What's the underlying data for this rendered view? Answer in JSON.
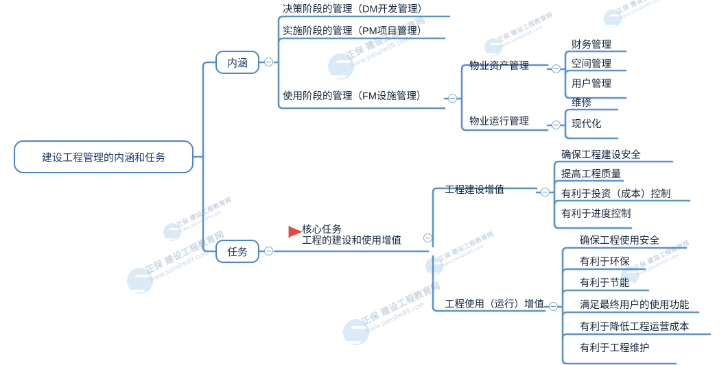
{
  "diagram": {
    "type": "mindmap",
    "title": "建设工程管理的内涵和任务",
    "colors": {
      "line": "#5b93cf",
      "node_border": "#4a86c8",
      "text": "#13263b",
      "marker": "#e8453c",
      "background": "#ffffff",
      "watermark": "#b9c9d8"
    },
    "root": {
      "label": "建设工程管理的内涵和任务"
    },
    "branches": [
      {
        "label": "内涵",
        "collapse_icon": "collapse-minus-icon",
        "children": [
          {
            "label": "决策阶段的管理（DM开发管理）"
          },
          {
            "label": "实施阶段的管理（PM项目管理）"
          },
          {
            "label": "使用阶段的管理（FM设施管理）",
            "collapse_icon": "collapse-minus-icon",
            "children": [
              {
                "label": "物业资产管理",
                "collapse_icon": "collapse-minus-icon",
                "children": [
                  {
                    "label": "财务管理"
                  },
                  {
                    "label": "空间管理"
                  },
                  {
                    "label": "用户管理"
                  }
                ]
              },
              {
                "label": "物业运行管理",
                "collapse_icon": "collapse-minus-icon",
                "children": [
                  {
                    "label": "维修"
                  },
                  {
                    "label": "现代化"
                  }
                ]
              }
            ]
          }
        ]
      },
      {
        "label": "任务",
        "collapse_icon": "collapse-minus-icon",
        "children": [
          {
            "label_line1": "核心任务",
            "label_line2": "工程的建设和使用增值",
            "marker": "red-flag-marker",
            "collapse_icon": "collapse-minus-icon",
            "children": [
              {
                "label": "工程建设增值",
                "collapse_icon": "collapse-minus-icon",
                "children": [
                  {
                    "label": "确保工程建设安全"
                  },
                  {
                    "label": "提高工程质量"
                  },
                  {
                    "label": "有利于投资（成本）控制"
                  },
                  {
                    "label": "有利于进度控制"
                  }
                ]
              },
              {
                "label": "工程使用（运行）增值",
                "collapse_icon": "collapse-minus-icon",
                "children": [
                  {
                    "label": "确保工程使用安全"
                  },
                  {
                    "label": "有利于环保"
                  },
                  {
                    "label": "有利于节能"
                  },
                  {
                    "label": "满足最终用户的使用功能"
                  },
                  {
                    "label": "有利于降低工程运营成本"
                  },
                  {
                    "label": "有利于工程维护"
                  }
                ]
              }
            ]
          }
        ]
      }
    ]
  },
  "watermark": {
    "brand": "正保 建设工程教育网",
    "url": "www.jianshe99.com",
    "logo_icon": "zhengbao-z-logo-icon"
  }
}
